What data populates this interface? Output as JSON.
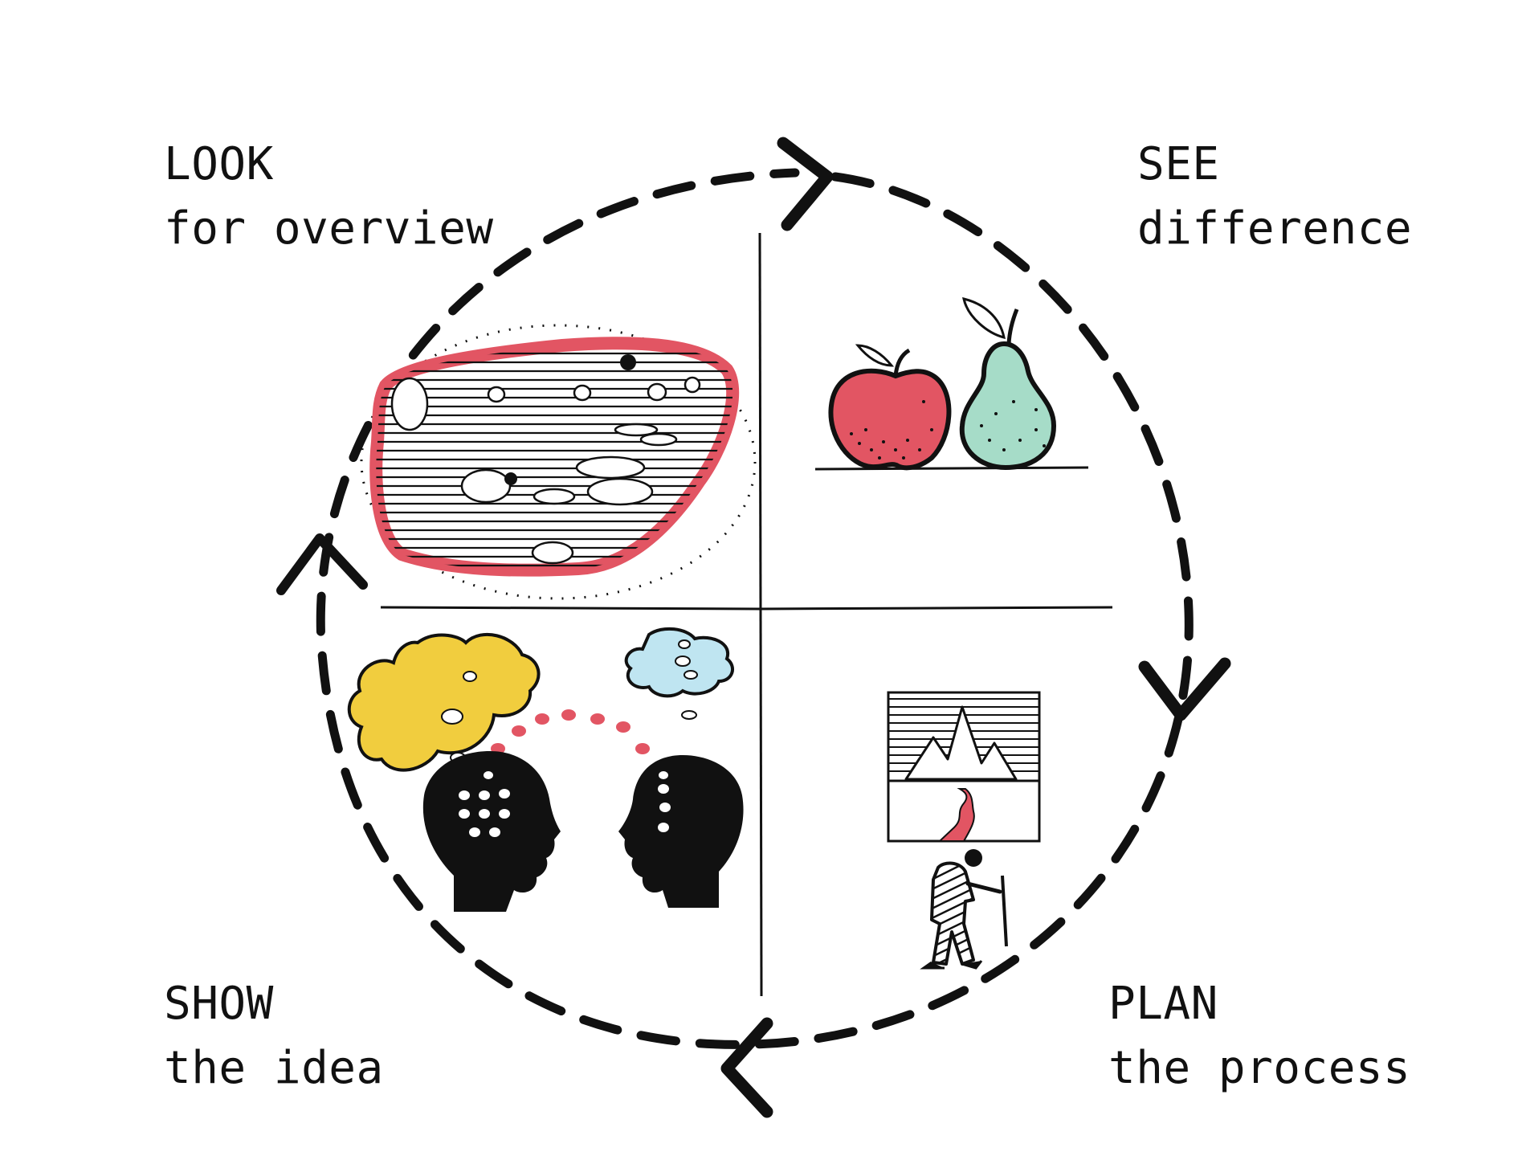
{
  "quadrants": {
    "look": {
      "heading": "LOOK",
      "subtext": "for overview"
    },
    "see": {
      "heading": "SEE",
      "subtext": "difference"
    },
    "show": {
      "heading": "SHOW",
      "subtext": "the idea"
    },
    "plan": {
      "heading": "PLAN",
      "subtext": "the process"
    }
  },
  "colors": {
    "ink": "#111111",
    "red": "#e25563",
    "pear_green": "#a6dcc8",
    "yellow": "#f1cd3e",
    "light_blue": "#bfe5f1"
  },
  "icons": {
    "look": "hatched-territory-map-icon",
    "see": "apple-and-pear-icon",
    "show": "two-heads-with-thought-clouds-icon",
    "plan": "hiker-with-mountain-path-icon"
  }
}
